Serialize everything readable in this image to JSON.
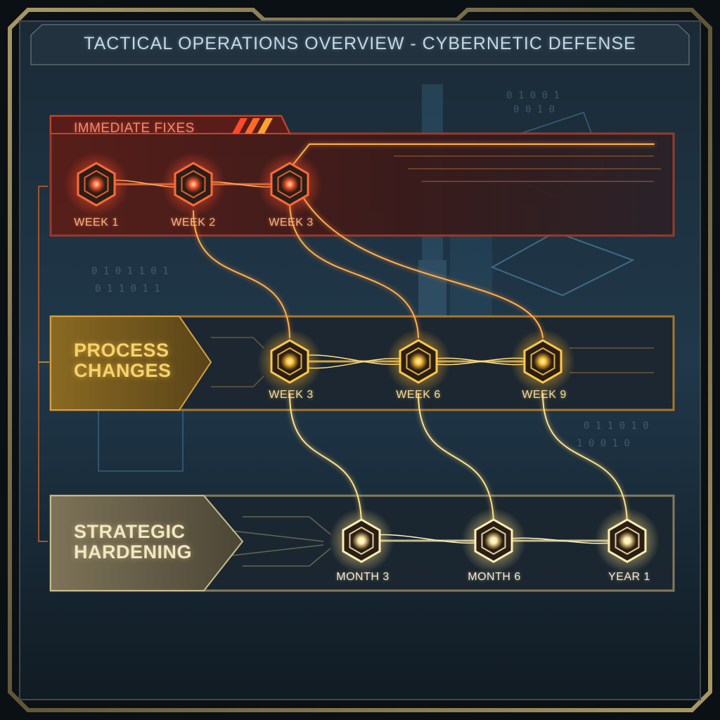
{
  "header": {
    "title": "TACTICAL OPERATIONS OVERVIEW - CYBERNETIC DEFENSE"
  },
  "bands": [
    {
      "id": "immediate",
      "label_lines": [
        "IMMEDIATE FIXES"
      ],
      "color": "#e0452b",
      "milestones": [
        "WEEK 1",
        "WEEK 2",
        "WEEK 3"
      ]
    },
    {
      "id": "process",
      "label_lines": [
        "PROCESS",
        "CHANGES"
      ],
      "color": "#e0a83a",
      "milestones": [
        "WEEK 3",
        "WEEK 6",
        "WEEK 9"
      ]
    },
    {
      "id": "strategic",
      "label_lines": [
        "STRATEGIC",
        "HARDENING"
      ],
      "color": "#e8d8a0",
      "milestones": [
        "MONTH 3",
        "MONTH 6",
        "YEAR 1"
      ]
    }
  ],
  "colors": {
    "frame": "#8a7a4e",
    "panel": "#1a2833",
    "glow_red": "#ff5a2e",
    "glow_amber": "#ffc94a",
    "glow_pale": "#fff1b8"
  },
  "icons": [
    "hexagon-node-icon",
    "warning-stripes-icon"
  ]
}
